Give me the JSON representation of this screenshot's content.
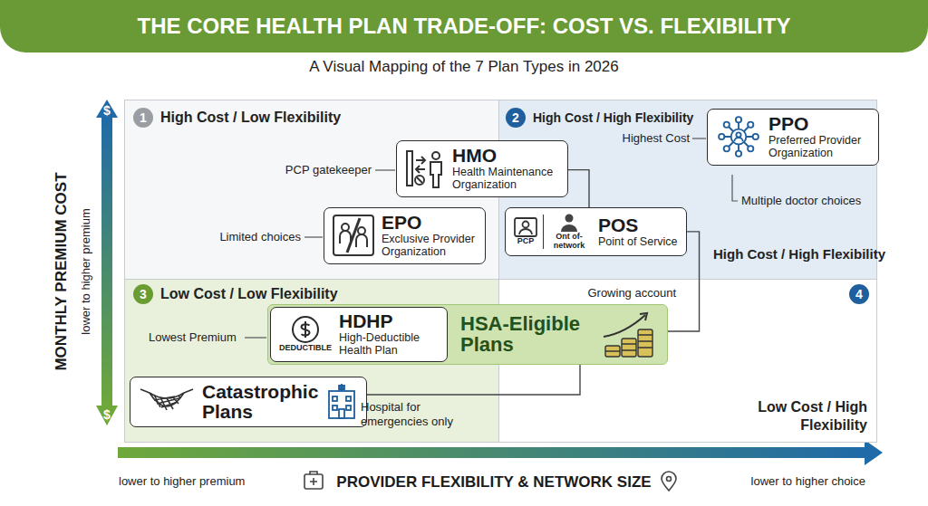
{
  "diagram": {
    "title": "THE CORE HEALTH PLAN TRADE-OFF: COST VS. FLEXIBILITY",
    "caption": "A Visual Mapping of the 7 Plan Types in 2026",
    "nodes": [
      {
        "text": [
          "1",
          "High Cost / Low Flexibility"
        ]
      },
      {
        "text": [
          "2",
          "High Cost / High Flexibility"
        ]
      },
      {
        "text": [
          "HMO",
          "Health Maintenance Organization"
        ]
      },
      {
        "text": [
          "PPO",
          "Preferred Provider Organization"
        ]
      },
      {
        "text": [
          "EPO",
          "Exclusive Provider Organization"
        ]
      },
      {
        "text": [
          "POS",
          "Point of Service",
          "PCP",
          "Ont of-network"
        ]
      },
      {
        "text": [
          "3",
          "Low Cost / Low Flexibility"
        ]
      },
      {
        "text": [
          "4",
          "Low Cost / High Flexibility"
        ]
      },
      {
        "text": [
          "HSA-Eligible Plans"
        ]
      },
      {
        "text": [
          "HDHP",
          "High-Deductible Health Plan",
          "DEDUCTIBLE"
        ],
        "in": 8
      },
      {
        "text": [
          "Catastrophic Plans"
        ]
      }
    ],
    "edges": [
      {
        "from": 2,
        "to": 5,
        "arrow": "none"
      },
      {
        "from": 5,
        "to": 8,
        "label": "Growing account",
        "arrow": "none"
      },
      {
        "from": 10,
        "to": 8,
        "label": "Hospital for emergencies only",
        "arrow": "none"
      }
    ],
    "labels": [
      "PCP gatekeeper",
      "Limited choices",
      "Highest Cost",
      "Multiple doctor choices",
      "High Cost / High Flexibility",
      "Lowest Premium",
      "$",
      "MONTHLY PREMIUM COST",
      "lower to higher premium",
      "$",
      "lower to higher premium",
      "PROVIDER FLEXIBILITY & NETWORK SIZE",
      "lower to higher choice"
    ]
  }
}
